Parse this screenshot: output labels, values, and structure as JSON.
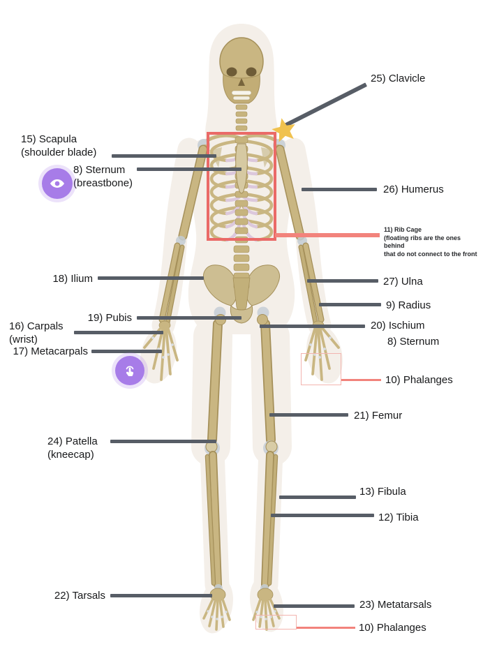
{
  "labels": {
    "clavicle": {
      "text": "25) Clavicle"
    },
    "scapula": {
      "text": "15) Scapula\n(shoulder blade)"
    },
    "sternum_left": {
      "text": "8) Sternum\n(breastbone)"
    },
    "humerus": {
      "text": "26) Humerus"
    },
    "rib_cage_note": {
      "text": "11) Rib Cage\n(floating ribs are the ones behind\nthat do not connect to the front"
    },
    "ilium": {
      "text": "18) Ilium"
    },
    "ulna": {
      "text": "27) Ulna"
    },
    "radius": {
      "text": "9) Radius"
    },
    "pubis": {
      "text": "19) Pubis"
    },
    "ischium": {
      "text": "20) Ischium"
    },
    "carpals": {
      "text": "16) Carpals\n(wrist)"
    },
    "sternum_right": {
      "text": "8) Sternum"
    },
    "metacarpals": {
      "text": "17) Metacarpals"
    },
    "phalanges_hand": {
      "text": "10) Phalanges"
    },
    "femur": {
      "text": "21) Femur"
    },
    "patella": {
      "text": "24) Patella\n(kneecap)"
    },
    "fibula": {
      "text": "13) Fibula"
    },
    "tibia": {
      "text": "12) Tibia"
    },
    "tarsals": {
      "text": "22) Tarsals"
    },
    "metatarsals": {
      "text": "23) Metatarsals"
    },
    "phalanges_foot": {
      "text": "10) Phalanges"
    }
  },
  "icons": {
    "visibility_button": "eye-icon",
    "interact_button": "tap-gesture-icon",
    "shoulder_marker": "star-icon"
  },
  "colors": {
    "text": "#17181a",
    "line": "#575d66",
    "red": "#ea6a67",
    "redsoft": "#f2837c",
    "redlight": "#f3b4af",
    "purple": "#a77ce8",
    "star": "#f0c24f"
  }
}
